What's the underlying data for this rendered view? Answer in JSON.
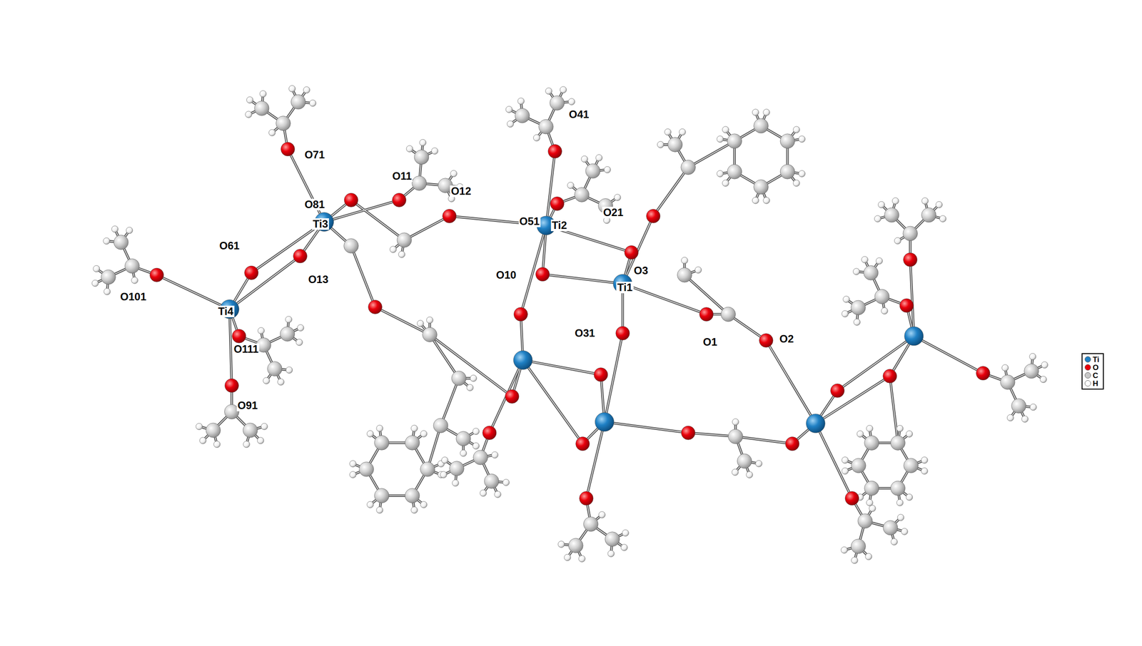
{
  "diagram": {
    "labels": [
      "O41",
      "O71",
      "O11",
      "O12",
      "O81",
      "O51",
      "O21",
      "Ti3",
      "Ti2",
      "O61",
      "O10",
      "O3",
      "O13",
      "Ti1",
      "O101",
      "Ti4",
      "O31",
      "O1",
      "O2",
      "O111",
      "O91"
    ],
    "legend": [
      {
        "text": "Ti",
        "color": "#1f80c4"
      },
      {
        "text": "O",
        "color": "#e8000b"
      },
      {
        "text": "C",
        "color": "#c8c8c8"
      },
      {
        "text": "H",
        "color": "#ffffff"
      }
    ]
  }
}
